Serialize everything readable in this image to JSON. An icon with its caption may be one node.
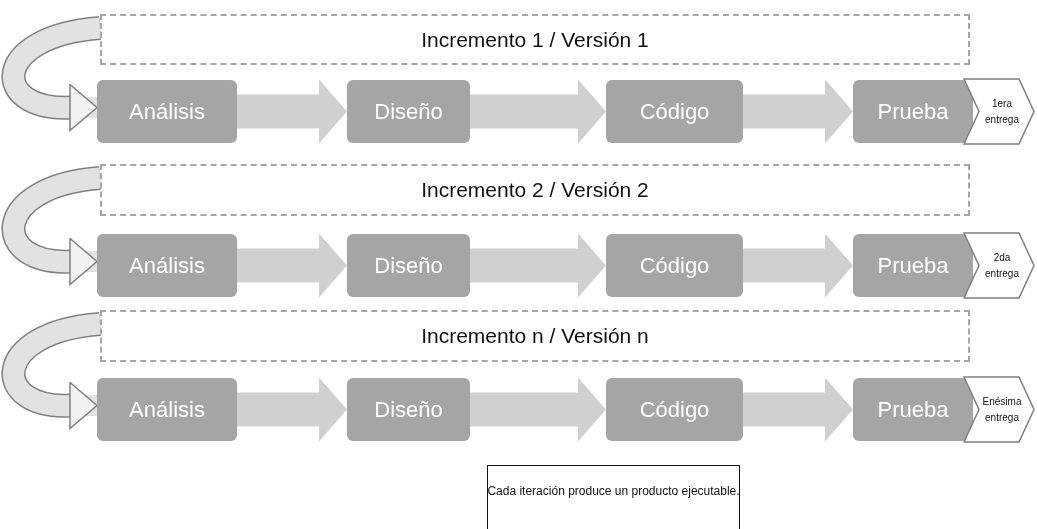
{
  "diagram": {
    "nodes": [
      {
        "text": [
          "Incremento 1 / Versión 1"
        ]
      },
      {
        "text": [
          "Análisis"
        ]
      },
      {
        "text": [
          "Diseño"
        ]
      },
      {
        "text": [
          "Código"
        ]
      },
      {
        "text": [
          "Prueba"
        ]
      },
      {
        "text": [
          "1era entrega"
        ]
      },
      {
        "text": [
          "Incremento 2 / Versión 2"
        ]
      },
      {
        "text": [
          "Análisis"
        ]
      },
      {
        "text": [
          "Diseño"
        ]
      },
      {
        "text": [
          "Código"
        ]
      },
      {
        "text": [
          "Prueba"
        ]
      },
      {
        "text": [
          "2da entrega"
        ]
      },
      {
        "text": [
          "Incremento n / Versión n"
        ]
      },
      {
        "text": [
          "Análisis"
        ]
      },
      {
        "text": [
          "Diseño"
        ]
      },
      {
        "text": [
          "Código"
        ]
      },
      {
        "text": [
          "Prueba"
        ]
      },
      {
        "text": [
          "Enésima entrega"
        ]
      },
      {
        "text": [
          "Cada iteración produce un producto ejecutable."
        ]
      }
    ],
    "edges": [
      {
        "from": 0,
        "to": 1,
        "arrow": "to"
      },
      {
        "from": 1,
        "to": 2,
        "arrow": "to"
      },
      {
        "from": 2,
        "to": 3,
        "arrow": "to"
      },
      {
        "from": 3,
        "to": 4,
        "arrow": "to"
      },
      {
        "from": 6,
        "to": 7,
        "arrow": "to"
      },
      {
        "from": 7,
        "to": 8,
        "arrow": "to"
      },
      {
        "from": 8,
        "to": 9,
        "arrow": "to"
      },
      {
        "from": 9,
        "to": 10,
        "arrow": "to"
      },
      {
        "from": 12,
        "to": 13,
        "arrow": "to"
      },
      {
        "from": 13,
        "to": 14,
        "arrow": "to"
      },
      {
        "from": 14,
        "to": 15,
        "arrow": "to"
      },
      {
        "from": 15,
        "to": 16,
        "arrow": "to"
      }
    ]
  }
}
